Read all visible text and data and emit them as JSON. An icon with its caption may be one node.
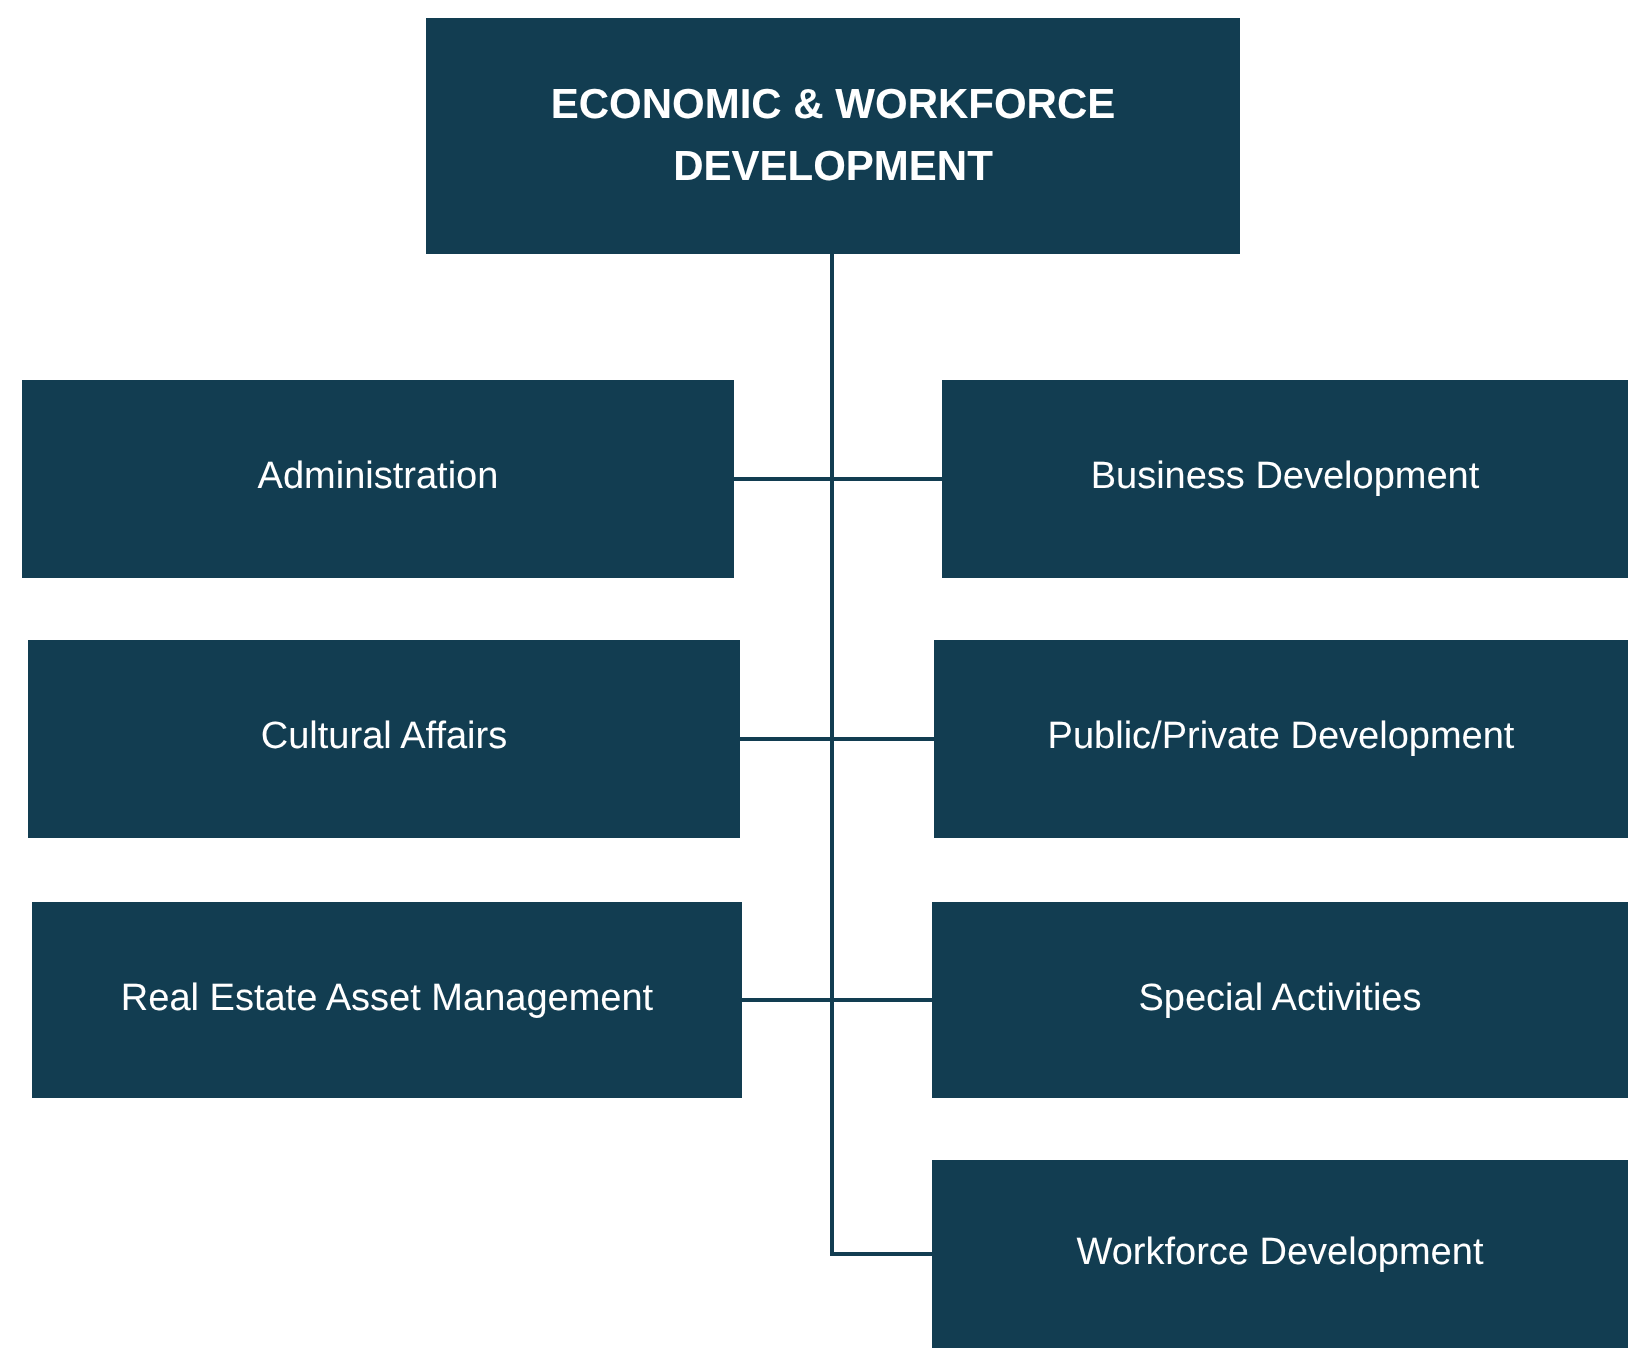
{
  "diagram": {
    "nodes": [
      {
        "text": [
          "ECONOMIC & WORKFORCE DEVELOPMENT"
        ]
      },
      {
        "text": [
          "Administration"
        ]
      },
      {
        "text": [
          "Business Development"
        ]
      },
      {
        "text": [
          "Cultural Affairs"
        ]
      },
      {
        "text": [
          "Public/Private Development"
        ]
      },
      {
        "text": [
          "Real Estate Asset Management"
        ]
      },
      {
        "text": [
          "Special Activities"
        ]
      },
      {
        "text": [
          "Workforce Development"
        ]
      }
    ],
    "edges": [
      {
        "from": 0,
        "to": 1,
        "arrow": "none"
      },
      {
        "from": 0,
        "to": 2,
        "arrow": "none"
      },
      {
        "from": 0,
        "to": 3,
        "arrow": "none"
      },
      {
        "from": 0,
        "to": 4,
        "arrow": "none"
      },
      {
        "from": 0,
        "to": 5,
        "arrow": "none"
      },
      {
        "from": 0,
        "to": 6,
        "arrow": "none"
      },
      {
        "from": 0,
        "to": 7,
        "arrow": "none"
      }
    ]
  }
}
